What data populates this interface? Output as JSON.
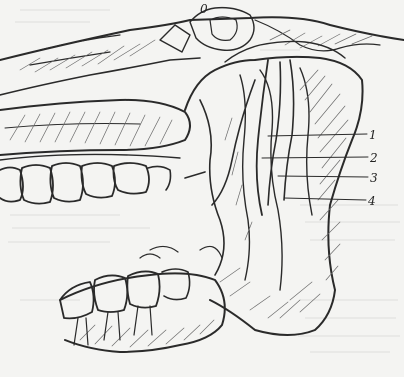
{
  "figure": {
    "top_mark": "0",
    "callouts": [
      {
        "label": "1"
      },
      {
        "label": "2"
      },
      {
        "label": "3"
      },
      {
        "label": "4"
      }
    ]
  }
}
